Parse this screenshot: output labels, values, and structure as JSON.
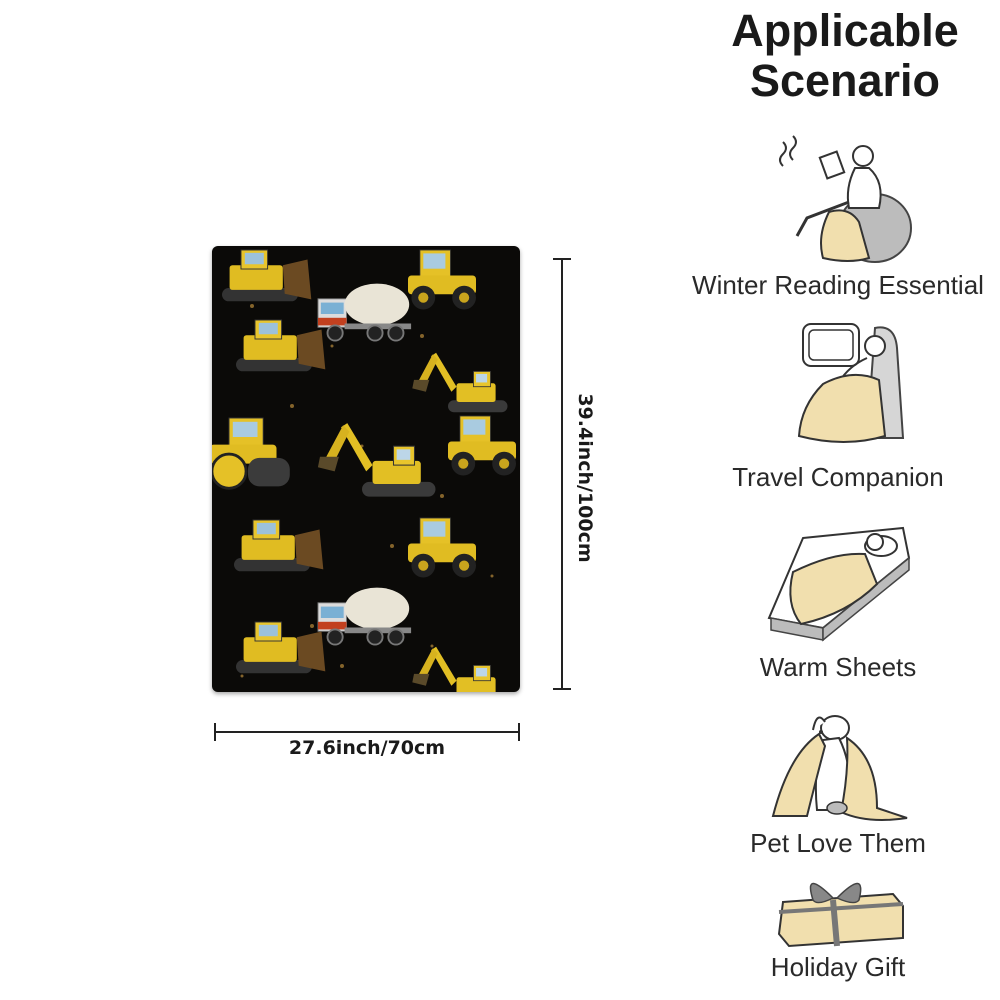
{
  "product": {
    "dimensions": {
      "width_label": "27.6inch/70cm",
      "height_label": "39.4inch/100cm"
    }
  },
  "scenarios": {
    "title_line1": "Applicable",
    "title_line2": "Scenario",
    "items": [
      {
        "label": "Winter Reading Essential",
        "icon": "reading-icon"
      },
      {
        "label": "Travel Companion",
        "icon": "travel-icon"
      },
      {
        "label": "Warm Sheets",
        "icon": "bed-icon"
      },
      {
        "label": "Pet Love Them",
        "icon": "pet-icon"
      },
      {
        "label": "Holiday Gift",
        "icon": "gift-icon"
      }
    ]
  },
  "colors": {
    "blanket_background": "#0b0a08",
    "machinery_yellow": "#e7c52a",
    "blanket_illustration": "#f1dfae"
  }
}
